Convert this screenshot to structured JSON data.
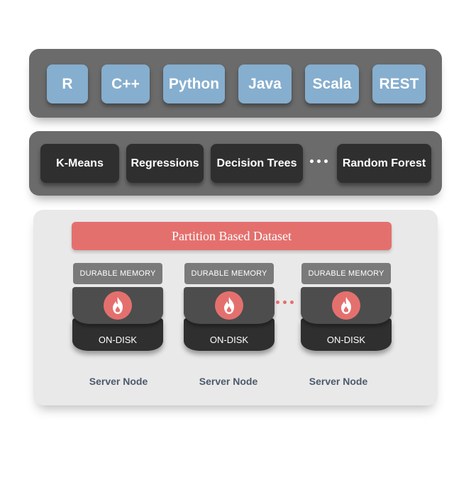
{
  "languages": [
    "R",
    "C++",
    "Python",
    "Java",
    "Scala",
    "REST"
  ],
  "algorithms": [
    "K-Means",
    "Regressions",
    "Decision Trees",
    "Random Forest"
  ],
  "dataset": {
    "title": "Partition Based Dataset"
  },
  "nodes": [
    {
      "memory": "DURABLE MEMORY",
      "disk": "ON-DISK",
      "caption": "Server Node"
    },
    {
      "memory": "DURABLE MEMORY",
      "disk": "ON-DISK",
      "caption": "Server Node"
    },
    {
      "memory": "DURABLE MEMORY",
      "disk": "ON-DISK",
      "caption": "Server Node"
    }
  ],
  "colors": {
    "language_tile": "#86aece",
    "panel_dark": "#6b6b6b",
    "algorithm_tile": "#2f2f2f",
    "accent_red": "#e4706e",
    "caption_text": "#4c5a6b"
  },
  "icons": {
    "node_logo": "flame-icon",
    "more": "ellipsis-icon"
  }
}
